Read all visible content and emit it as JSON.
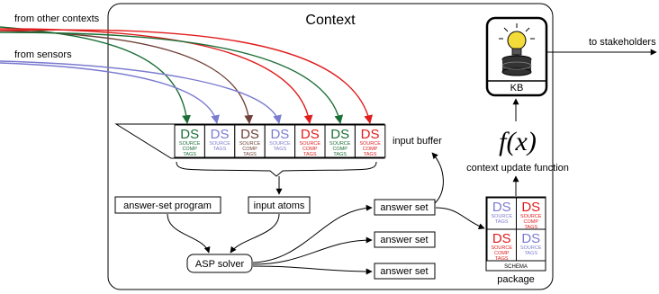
{
  "colors": {
    "green": "#1a6e35",
    "blue": "#7b7bd0",
    "brown": "#6e3f36",
    "red": "#e01c1c",
    "bulb": "#f3dc3a"
  },
  "inputs": {
    "other_contexts": "from other contexts",
    "sensors": "from sensors"
  },
  "context": {
    "title": "Context"
  },
  "buffer_cells": [
    {
      "ds": "DS",
      "l1": "SOURCE",
      "l2": "COMP",
      "l3": "TAGS",
      "color": "green"
    },
    {
      "ds": "DS",
      "l1": "SOURCE",
      "l2": "TAGS",
      "l3": "",
      "color": "blue"
    },
    {
      "ds": "DS",
      "l1": "SOURCE",
      "l2": "COMP",
      "l3": "TAGS",
      "color": "brown"
    },
    {
      "ds": "DS",
      "l1": "SOURCE",
      "l2": "TAGS",
      "l3": "",
      "color": "blue"
    },
    {
      "ds": "DS",
      "l1": "SOURCE",
      "l2": "COMP",
      "l3": "TAGS",
      "color": "red"
    },
    {
      "ds": "DS",
      "l1": "SOURCE",
      "l2": "COMP",
      "l3": "TAGS",
      "color": "green"
    },
    {
      "ds": "DS",
      "l1": "SOURCE",
      "l2": "COMP",
      "l3": "TAGS",
      "color": "red"
    }
  ],
  "labels": {
    "input_buffer": "input buffer",
    "answer_set_program": "answer-set program",
    "input_atoms": "input atoms",
    "asp_solver": "ASP solver",
    "answer_set_1": "answer set",
    "answer_set_2": "answer set",
    "answer_set_3": "answer set",
    "fx": "f(x)",
    "update_function": "context update function",
    "kb": "KB",
    "stakeholders": "to stakeholders",
    "schema": "SCHEMA",
    "package": "package"
  },
  "package_cells": [
    {
      "ds": "DS",
      "l1": "SOURCE",
      "l2": "TAGS",
      "l3": "",
      "color": "blue"
    },
    {
      "ds": "DS",
      "l1": "SOURCE",
      "l2": "COMP",
      "l3": "TAGS",
      "color": "red"
    },
    {
      "ds": "DS",
      "l1": "SOURCE",
      "l2": "COMP",
      "l3": "TAGS",
      "color": "red"
    },
    {
      "ds": "DS",
      "l1": "SOURCE",
      "l2": "TAGS",
      "l3": "",
      "color": "blue"
    }
  ]
}
